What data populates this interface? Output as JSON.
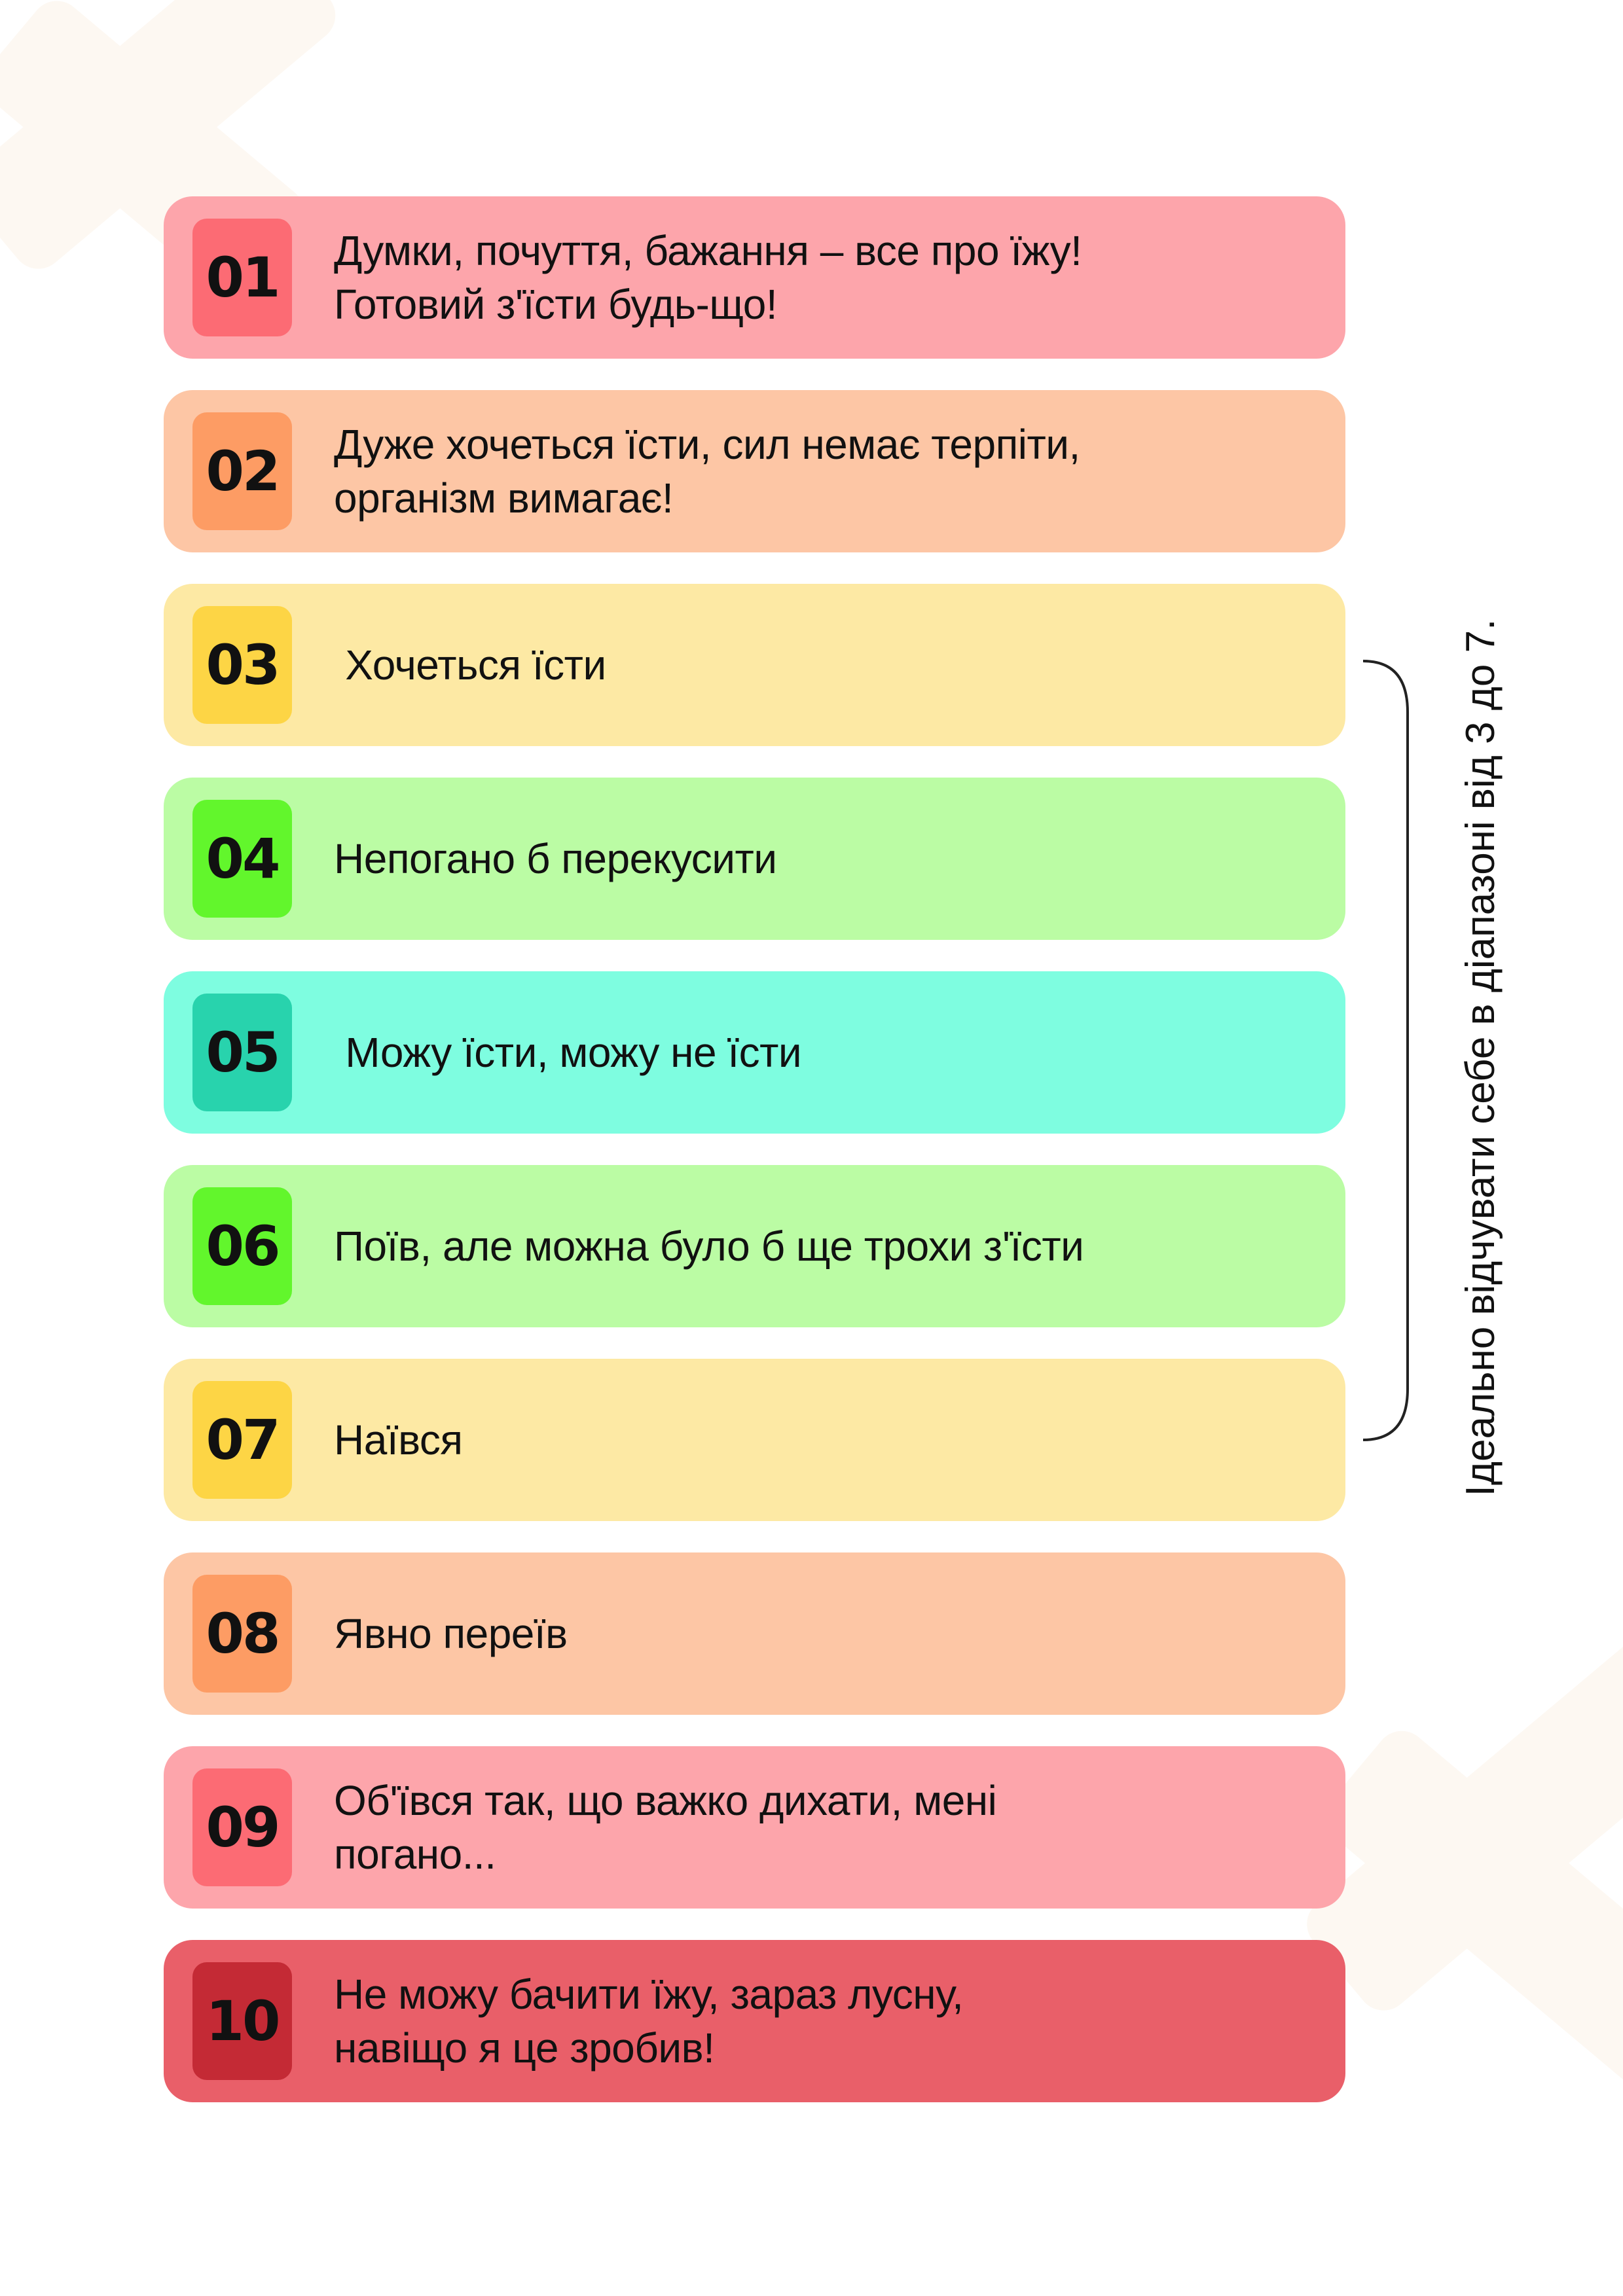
{
  "levels": [
    {
      "number": "01",
      "lines": [
        "Думки, почуття, бажання – все про їжу!",
        "Готовий з'їсти будь-що!"
      ],
      "bg": "#fda5ab",
      "badge": "#fc6b74"
    },
    {
      "number": "02",
      "lines": [
        "Дуже хочеться їсти, сил немає терпіти,",
        "організм вимагає!"
      ],
      "bg": "#fdc6a5",
      "badge": "#fd9c64"
    },
    {
      "number": "03",
      "lines": [
        " Хочеться їсти"
      ],
      "bg": "#fde9a4",
      "badge": "#fdd545"
    },
    {
      "number": "04",
      "lines": [
        "Непогано б перекусити"
      ],
      "bg": "#bbfca4",
      "badge": "#62f62c"
    },
    {
      "number": "05",
      "lines": [
        " Можу їсти, можу не їсти"
      ],
      "bg": "#7efde0",
      "badge": "#28d3ad"
    },
    {
      "number": "06",
      "lines": [
        "Поїв, але можна було б ще трохи з'їсти"
      ],
      "bg": "#bbfca4",
      "badge": "#62f62c"
    },
    {
      "number": "07",
      "lines": [
        "Наївся"
      ],
      "bg": "#fde9a4",
      "badge": "#fdd545"
    },
    {
      "number": "08",
      "lines": [
        "Явно переїв"
      ],
      "bg": "#fdc6a5",
      "badge": "#fd9c64"
    },
    {
      "number": "09",
      "lines": [
        "Об'ївся так, що важко дихати, мені",
        "погано..."
      ],
      "bg": "#fda5ab",
      "badge": "#fc6b74"
    },
    {
      "number": "10",
      "lines": [
        "Не можу бачити їжу, зараз лусну,",
        "навіщо я це зробив!"
      ],
      "bg": "#e95f69",
      "badge": "#c42a35"
    }
  ],
  "side_note": "Ідеально відчувати себе в діапазоні від 3 до 7."
}
